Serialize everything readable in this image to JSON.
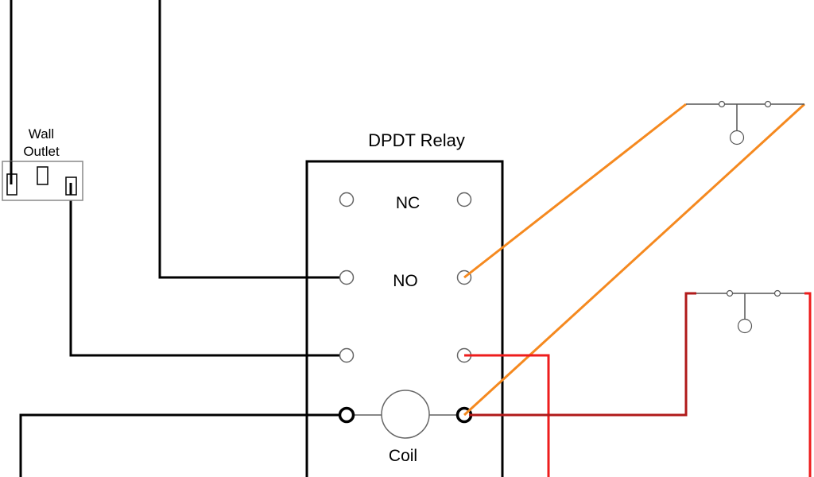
{
  "diagram": {
    "outlet_label_line1": "Wall",
    "outlet_label_line2": "Outlet",
    "relay_title": "DPDT Relay",
    "terminal_nc": "NC",
    "terminal_no": "NO",
    "coil_label": "Coil"
  },
  "colors": {
    "wire_black": "#000000",
    "wire_orange": "#f5891f",
    "wire_red": "#ee1c1c",
    "wire_darkred": "#b01a1a",
    "switch_gray": "#555555"
  }
}
